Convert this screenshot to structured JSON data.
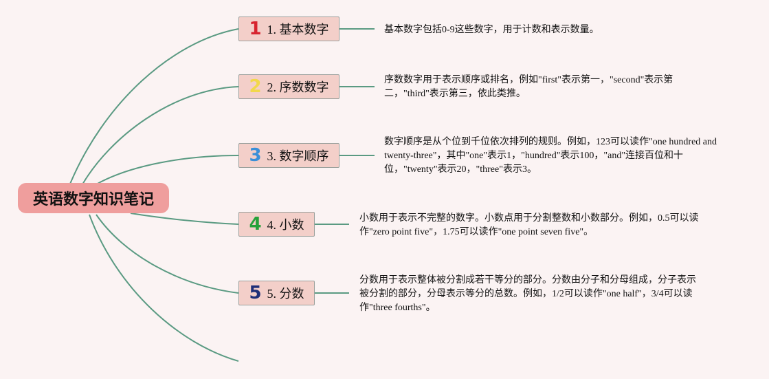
{
  "title": "英语数字知识笔记",
  "colors": {
    "line": "#5a9a82",
    "root_fill": "#ef9e9d",
    "topic_fill": "#f3cfc9"
  },
  "topics": [
    {
      "number": "1",
      "number_color": "#d7232e",
      "label": "1. 基本数字",
      "note": "基本数字包括0-9这些数字，用于计数和表示数量。"
    },
    {
      "number": "2",
      "number_color": "#f2d84b",
      "label": "2. 序数数字",
      "note": "序数数字用于表示顺序或排名，例如\"first\"表示第一，\"second\"表示第二，\"third\"表示第三，依此类推。"
    },
    {
      "number": "3",
      "number_color": "#3a8fd8",
      "label": "3. 数字顺序",
      "note": "数字顺序是从个位到千位依次排列的规则。例如，123可以读作\"one hundred and twenty-three\"，其中\"one\"表示1，\"hundred\"表示100，\"and\"连接百位和十位，\"twenty\"表示20，\"three\"表示3。"
    },
    {
      "number": "4",
      "number_color": "#27a13a",
      "label": "4. 小数",
      "note": "小数用于表示不完整的数字。小数点用于分割整数和小数部分。例如，0.5可以读作\"zero point five\"，1.75可以读作\"one point seven five\"。"
    },
    {
      "number": "5",
      "number_color": "#1f2f78",
      "label": "5. 分数",
      "note": "分数用于表示整体被分割成若干等分的部分。分数由分子和分母组成，分子表示被分割的部分，分母表示等分的总数。例如，1/2可以读作\"one half\"，3/4可以读作\"three fourths\"。"
    }
  ]
}
